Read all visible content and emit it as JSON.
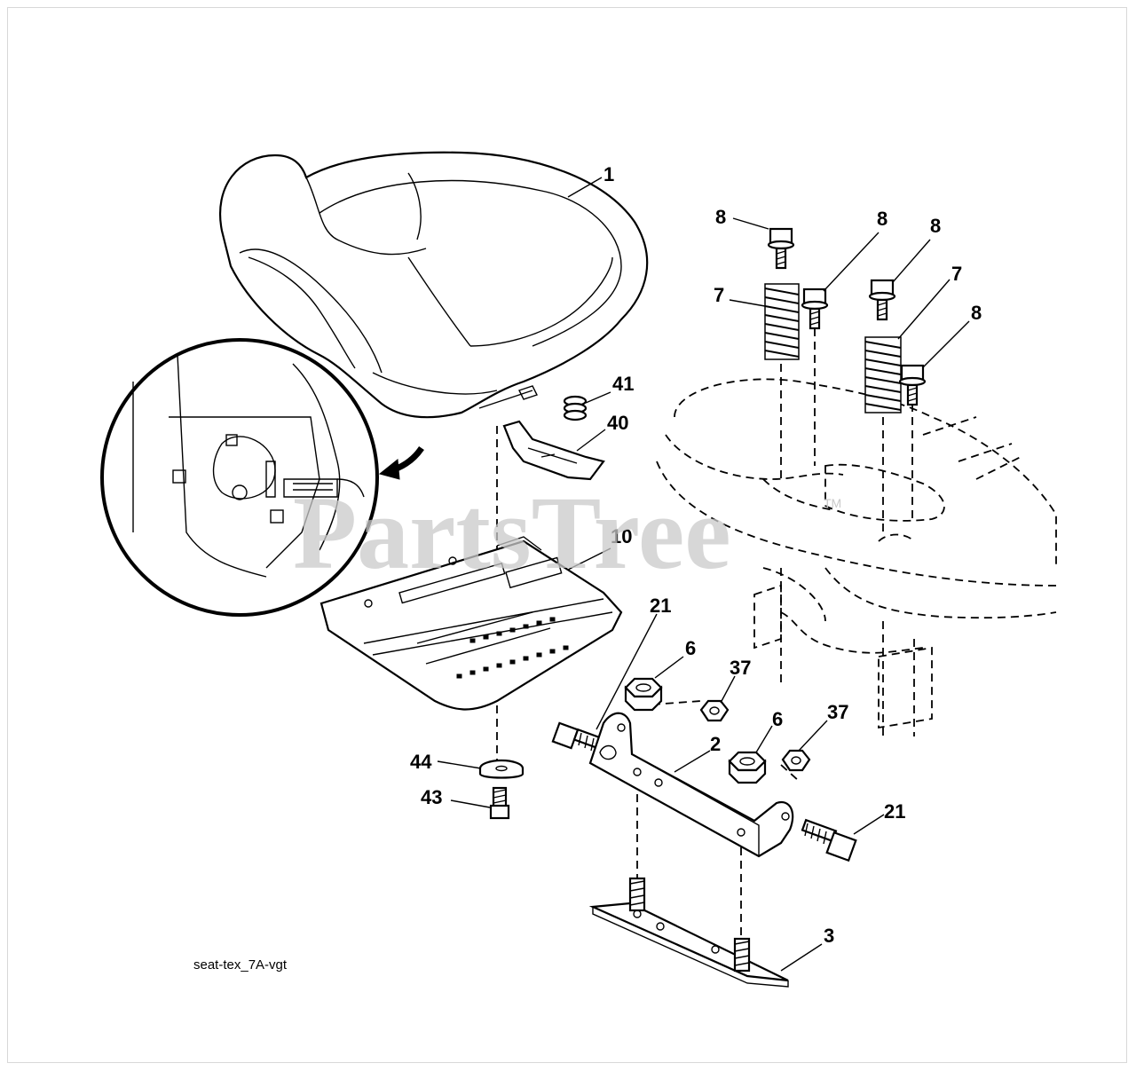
{
  "watermark": {
    "text": "PartsTree",
    "trademark": "TM"
  },
  "figure_code": "seat-tex_7A-vgt",
  "callouts": {
    "seat": "1",
    "bracket": "2",
    "plate": "3",
    "nut_left": "6",
    "nut_right": "6",
    "spring_left": "7",
    "spring_right": "7",
    "bolt_a": "8",
    "bolt_b": "8",
    "bolt_c": "8",
    "bolt_d": "8",
    "seat_pan": "10",
    "bolt_left": "21",
    "bolt_right": "21",
    "locknut_left": "37",
    "locknut_right": "37",
    "clip": "40",
    "small_spring": "41",
    "screw": "43",
    "washer": "44"
  }
}
